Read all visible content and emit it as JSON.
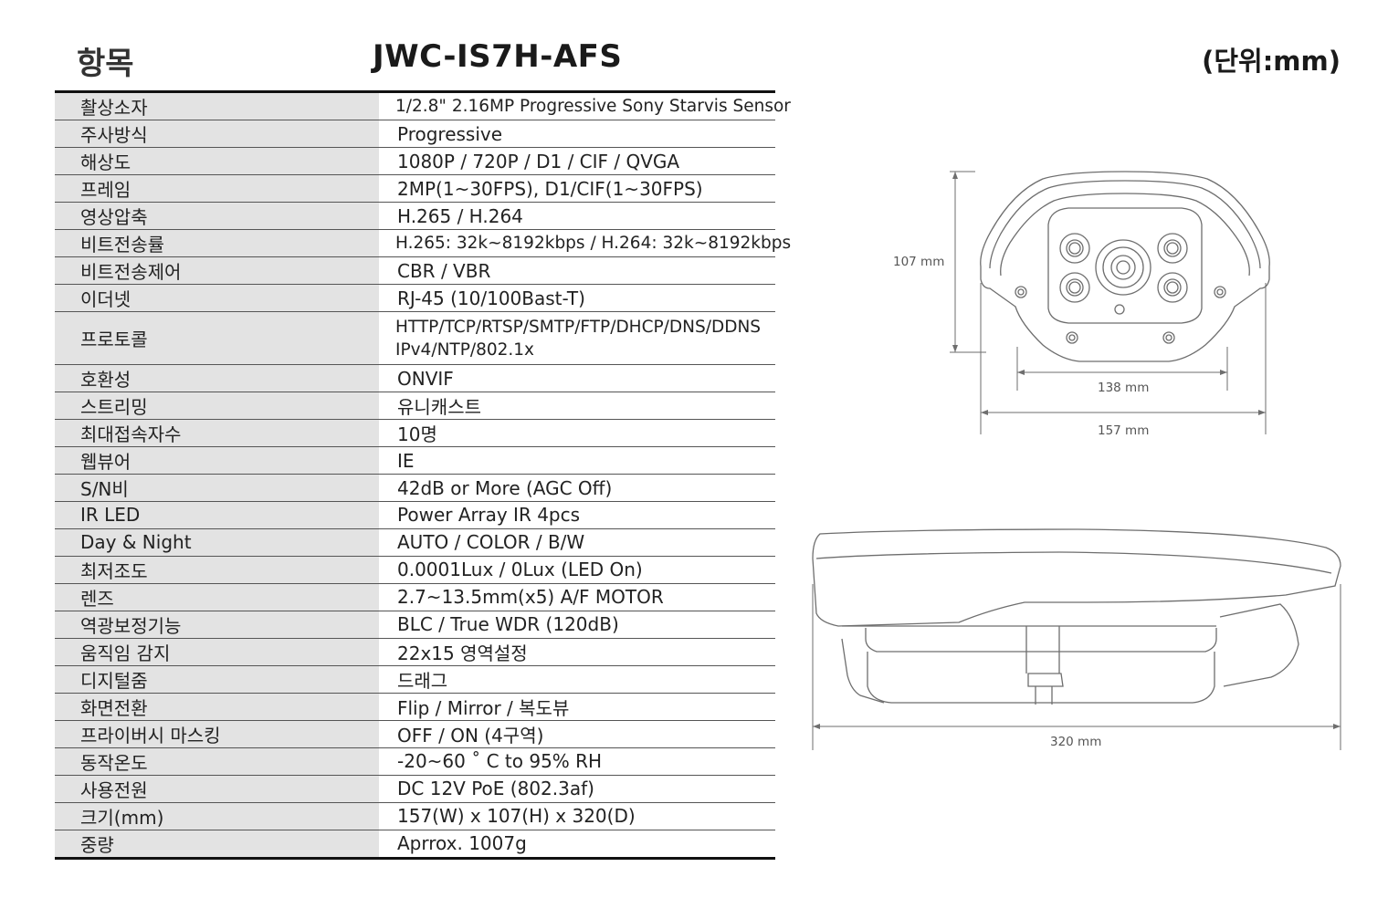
{
  "header": {
    "item_label": "항목",
    "model": "JWC-IS7H-AFS",
    "unit": "(단위:mm)"
  },
  "specs": [
    {
      "label": "촬상소자",
      "value": "1/2.8\" 2.16MP Progressive Sony Starvis Sensor"
    },
    {
      "label": "주사방식",
      "value": "Progressive"
    },
    {
      "label": "해상도",
      "value": "1080P / 720P / D1 / CIF / QVGA"
    },
    {
      "label": "프레임",
      "value": "2MP(1~30FPS), D1/CIF(1~30FPS)"
    },
    {
      "label": "영상압축",
      "value": "H.265 / H.264"
    },
    {
      "label": "비트전송률",
      "value": "H.265: 32k~8192kbps / H.264: 32k~8192kbps"
    },
    {
      "label": "비트전송제어",
      "value": "CBR / VBR"
    },
    {
      "label": "이더넷",
      "value": "RJ-45 (10/100Bast-T)"
    },
    {
      "label": "프로토콜",
      "value": "HTTP/TCP/RTSP/SMTP/FTP/DHCP/DNS/DDNS",
      "value2": "IPv4/NTP/802.1x"
    },
    {
      "label": "호환성",
      "value": "ONVIF"
    },
    {
      "label": "스트리밍",
      "value": "유니캐스트"
    },
    {
      "label": "최대접속자수",
      "value": "10명"
    },
    {
      "label": "웹뷰어",
      "value": "IE"
    },
    {
      "label": "S/N비",
      "value": "42dB or More (AGC Off)"
    },
    {
      "label": "IR LED",
      "value": "Power Array IR 4pcs"
    },
    {
      "label": "Day & Night",
      "value": "AUTO / COLOR / B/W"
    },
    {
      "label": "최저조도",
      "value": "0.0001Lux / 0Lux (LED On)"
    },
    {
      "label": "렌즈",
      "value": "2.7~13.5mm(x5) A/F MOTOR"
    },
    {
      "label": "역광보정기능",
      "value": "BLC / True WDR (120dB)"
    },
    {
      "label": "움직임 감지",
      "value": "22x15 영역설정"
    },
    {
      "label": "디지털줌",
      "value": "드래그"
    },
    {
      "label": "화면전환",
      "value": "Flip / Mirror / 복도뷰"
    },
    {
      "label": "프라이버시 마스킹",
      "value": "OFF / ON (4구역)"
    },
    {
      "label": "동작온도",
      "value": "-20~60 ˚ C to 95% RH"
    },
    {
      "label": "사용전원",
      "value": "DC 12V PoE (802.3af)"
    },
    {
      "label": "크기(mm)",
      "value": "157(W) x 107(H) x 320(D)"
    },
    {
      "label": "중량",
      "value": "Aprrox. 1007g"
    }
  ],
  "dimensions": {
    "height": "107 mm",
    "inner_width": "138 mm",
    "width": "157 mm",
    "depth": "320 mm"
  }
}
